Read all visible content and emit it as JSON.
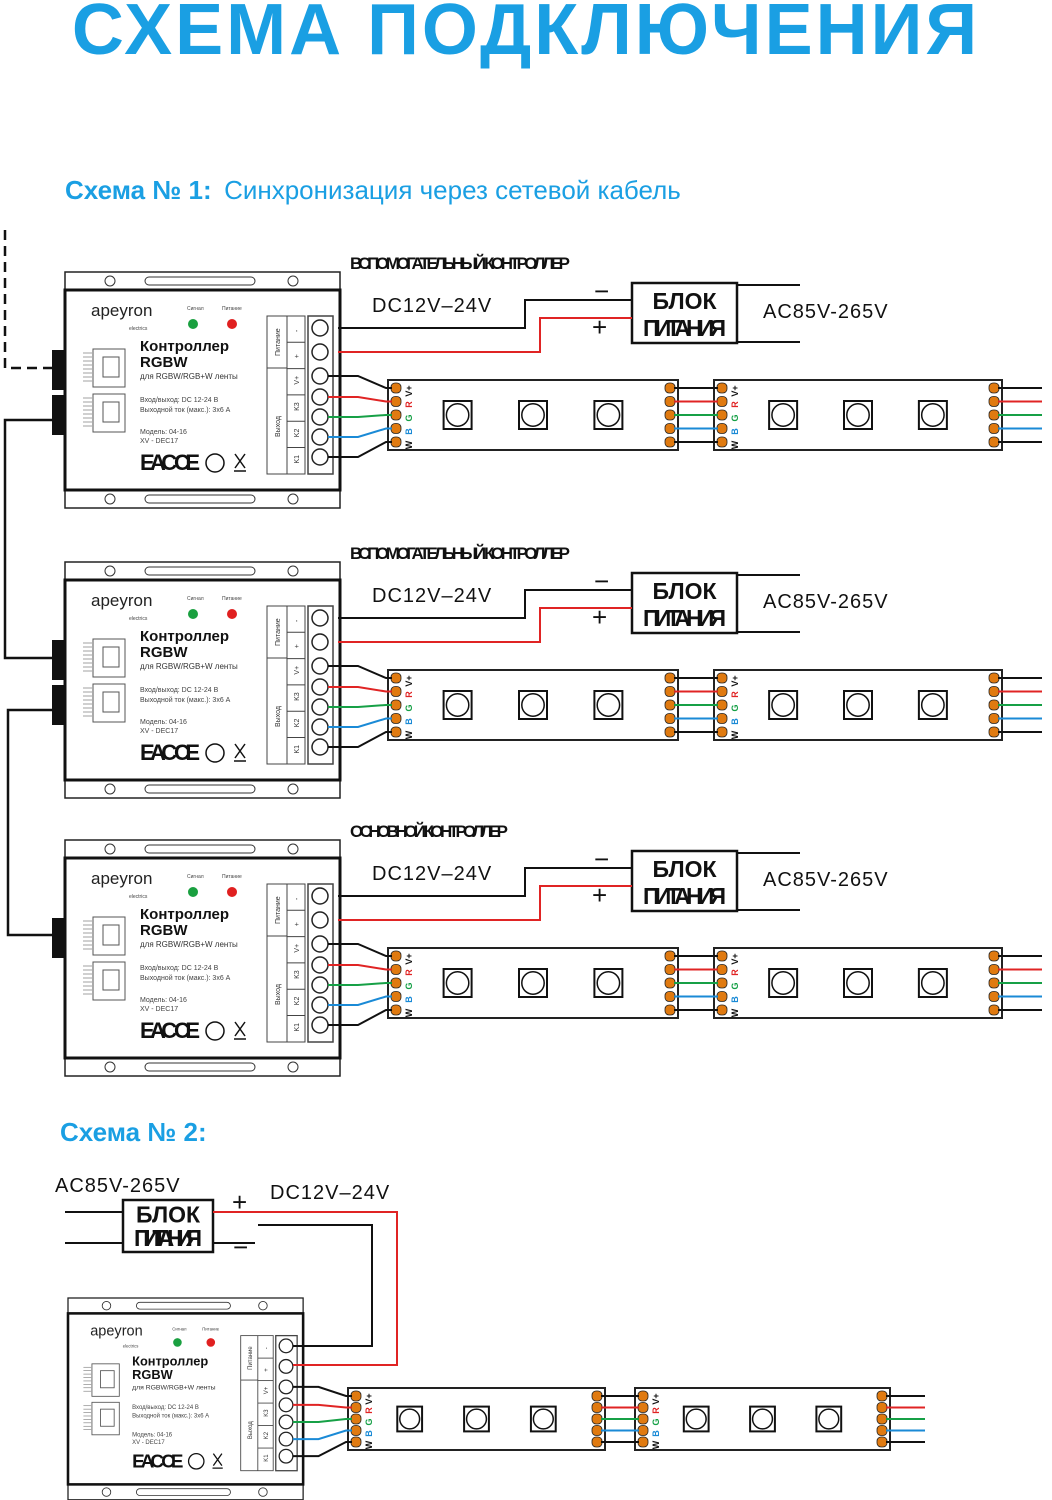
{
  "title": "СХЕМА ПОДКЛЮЧЕНИЯ",
  "scheme1": {
    "number": "Схема № 1:",
    "name": "Синхронизация через сетевой кабель"
  },
  "scheme2": {
    "number": "Схема № 2:"
  },
  "rows": [
    {
      "label": "ВСПОМОГАТЕЛЬНЫЙ КОНТРОЛЛЕР"
    },
    {
      "label": "ВСПОМОГАТЕЛЬНЫЙ КОНТРОЛЛЕР"
    },
    {
      "label": "ОСНОВНОЙ КОНТРОЛЛЕР"
    }
  ],
  "power": {
    "dc": "DC12V–24V",
    "ac": "AC85V-265V",
    "psu_line1": "БЛОК",
    "psu_line2": "ПИТАНИЯ",
    "minus": "−",
    "plus": "+"
  },
  "controller": {
    "brand": "apeyron",
    "brand_sub": "electrics",
    "led_signal": "Сигнал",
    "led_power": "Питание",
    "name1": "Контроллер",
    "name2": "RGBW",
    "for": "для RGBW/RGB+W ленты",
    "spec1": "Вход/выход: DC 12-24 В",
    "spec2": "Выходной ток (макс.): 3х6 А",
    "model": "Модель: 04-16",
    "date": "XV - DEC17",
    "cert": "EAC CE",
    "group_power": "Питание",
    "group_output": "Выход",
    "terminals": [
      "-",
      "+",
      "V+",
      "K3",
      "K2",
      "K1"
    ]
  },
  "strip": {
    "pads": [
      "V+",
      "R",
      "G",
      "B",
      "W"
    ]
  },
  "colors": {
    "accent": "#1a9fe3",
    "wire_red": "#e02424",
    "wire_green": "#16a046",
    "wire_blue": "#1a8ad6",
    "pad": "#e07a10"
  }
}
